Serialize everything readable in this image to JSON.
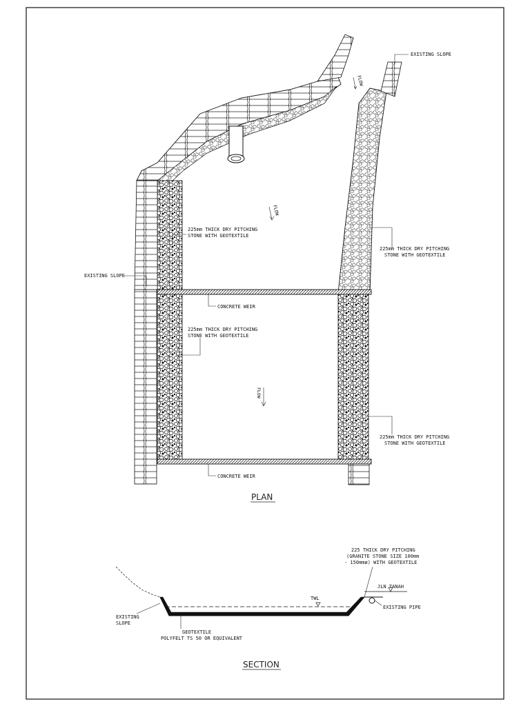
{
  "plan": {
    "title": "PLAN",
    "labels": {
      "existing_slope_top": "EXISTING SLOPE",
      "flow_top": "FLOW",
      "flow_mid": "FLOW",
      "flow_lower": "FLOW",
      "pitching_upper_left_1": "225mm THICK DRY PITCHING",
      "pitching_upper_left_2": "STONE WITH GEOTEXTILE",
      "pitching_upper_right_1": "225mm THICK DRY PITCHING",
      "pitching_upper_right_2": "STONE WITH GEOTEXTILE",
      "existing_slope_left": "EXISTING SLOPE",
      "concrete_weir_upper": "CONCRETE WEIR",
      "pitching_lower_left_1": "225mm THICK DRY PITCHING",
      "pitching_lower_left_2": "STONE WITH GEOTEXTILE",
      "pitching_lower_right_1": "225mm THICK DRY PITCHING",
      "pitching_lower_right_2": "STONE WITH GEOTEXTILE",
      "concrete_weir_lower": "CONCRETE WEIR"
    }
  },
  "section": {
    "title": "SECTION",
    "labels": {
      "pitching_1": "225 THICK DRY PITCHING",
      "pitching_2": "(GRANITE STONE SIZE 100mm",
      "pitching_3": "- 150mmø) WITH GEOTEXTILE",
      "jln_tanah": "JLN TANAH",
      "twl": "TWL",
      "existing_pipe": "EXISTING PIPE",
      "existing_slope_1": "EXISTING",
      "existing_slope_2": "SLOPE",
      "geotextile_1": "GEOTEXTILE",
      "geotextile_2": "POLYFELT TS 50 OR EQUIVALENT"
    }
  }
}
